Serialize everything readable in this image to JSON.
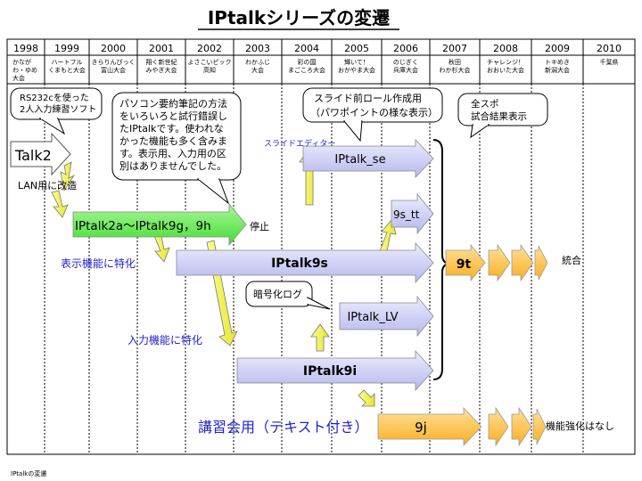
{
  "title": "IPtalkシリーズの変遷",
  "footer": "IPtalkの変遷",
  "years": [
    "1998",
    "1999",
    "2000",
    "2001",
    "2002",
    "2003",
    "2004",
    "2005",
    "2006",
    "2007",
    "2008",
    "2009",
    "2010"
  ],
  "events": [
    [
      "かなが",
      "わ・ゆめ",
      "大会"
    ],
    [
      "ハートフル",
      "くまもと大会"
    ],
    [
      "きらりんぴっく",
      "富山大会"
    ],
    [
      "翔く新世紀",
      "みやぎ大会"
    ],
    [
      "よさこいピック",
      "高知"
    ],
    [
      "わかふじ",
      "大会"
    ],
    [
      "彩の国",
      "まごころ大会"
    ],
    [
      "輝いて！",
      "おかやま大会"
    ],
    [
      "のじぎく",
      "兵庫大会"
    ],
    [
      "秋田",
      "わか杉大会"
    ],
    [
      "チャレンジ！",
      "おおいた大会"
    ],
    [
      "トキめき",
      "新潟大会"
    ],
    [
      "千葉県"
    ]
  ],
  "callouts": {
    "rs232c": [
      "RS232cを使った",
      "2人入力練習ソフト"
    ],
    "pasokon": [
      "パソコン要約筆記の方法",
      "をいろいろと試行錯誤し",
      "たIPtalkです。使われな",
      "かった機能も多く含みま",
      "す。表示用、入力用の区",
      "別はありませんでした。"
    ],
    "slide": [
      "スライド前ロール作成用",
      "（パワポイントの様な表示）"
    ],
    "zensupo": [
      "全スポ",
      "試合結果表示"
    ],
    "angou": "暗号化ログ"
  },
  "labels": {
    "talk2": "Talk2",
    "lan": "LAN用に改造",
    "iptalk2a": "IPtalk2a〜IPtalk9g，9h",
    "teishi": "停止",
    "hyouji": "表示機能に特化",
    "nyuryoku": "入力機能に特化",
    "slide_editor": "スライドエディター",
    "iptalk_se": "IPtalk_se",
    "9s_tt": "9s_tt",
    "iptalk9s": "IPtalk9s",
    "iptalk_lv": "IPtalk_LV",
    "iptalk9i": "IPtalk9i",
    "9t": "9t",
    "tougou": "統合",
    "koushu": "講習会用（テキスト付き）",
    "9j": "9j",
    "kinou": "機能強化はなし"
  },
  "colors": {
    "lavender": "#c9caf4",
    "green": "#66ee55",
    "yellow": "#f4f450",
    "orange": "#fbbf3c",
    "blue_text": "#2222cc",
    "title_underline": "#000000"
  }
}
